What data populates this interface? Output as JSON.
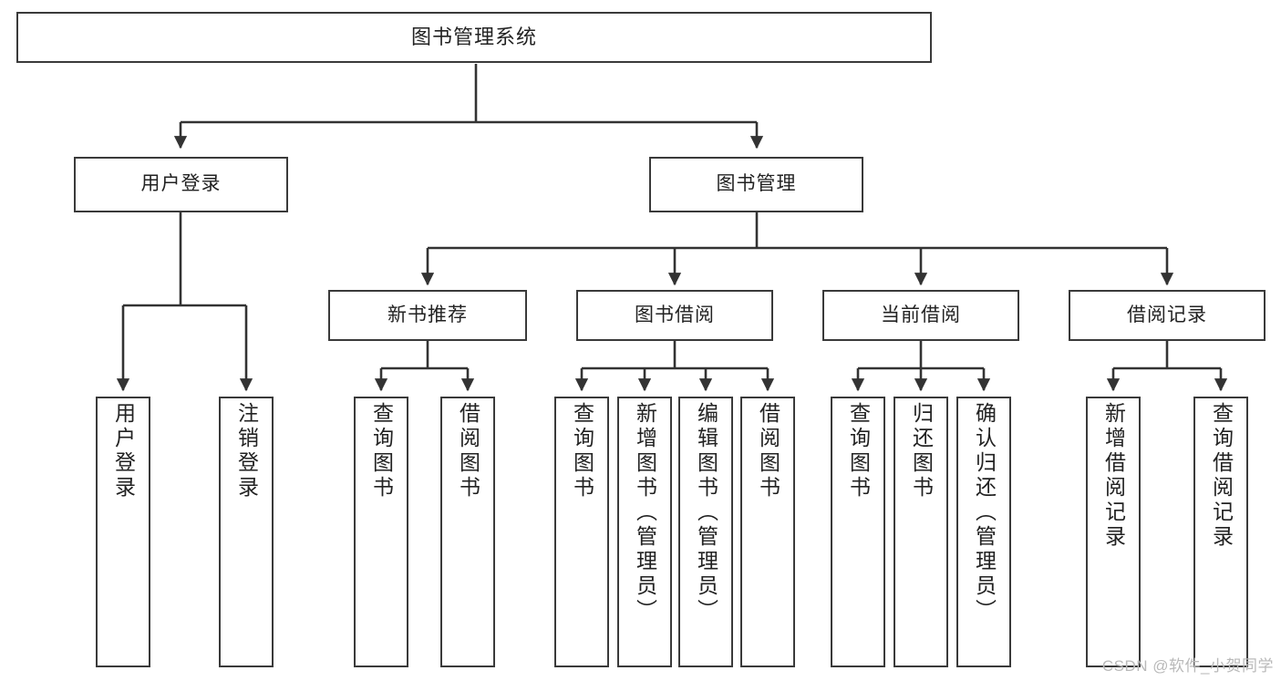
{
  "diagram": {
    "title": "图书管理系统",
    "type": "tree",
    "watermark": "CSDN @软件_小贺同学",
    "colors": {
      "box_border": "#3a3a3a",
      "box_fill": "#ffffff",
      "line": "#333333",
      "text": "#222222",
      "watermark": "#b9b9b9",
      "background": "#ffffff"
    },
    "levels": [
      {
        "level": 0,
        "nodes": [
          {
            "id": "root",
            "label": "图书管理系统",
            "orientation": "horizontal"
          }
        ]
      },
      {
        "level": 1,
        "nodes": [
          {
            "id": "login",
            "label": "用户登录",
            "orientation": "horizontal",
            "parent": "root"
          },
          {
            "id": "bookmgmt",
            "label": "图书管理",
            "orientation": "horizontal",
            "parent": "root"
          }
        ]
      },
      {
        "level": 2,
        "nodes": [
          {
            "id": "newbook",
            "label": "新书推荐",
            "orientation": "horizontal",
            "parent": "bookmgmt"
          },
          {
            "id": "borrow",
            "label": "图书借阅",
            "orientation": "horizontal",
            "parent": "bookmgmt"
          },
          {
            "id": "current",
            "label": "当前借阅",
            "orientation": "horizontal",
            "parent": "bookmgmt"
          },
          {
            "id": "records",
            "label": "借阅记录",
            "orientation": "horizontal",
            "parent": "bookmgmt"
          }
        ]
      },
      {
        "level": 3,
        "nodes": [
          {
            "id": "leaf-user-login",
            "label": "用户登录",
            "orientation": "vertical",
            "parent": "login"
          },
          {
            "id": "leaf-logout",
            "label": "注销登录",
            "orientation": "vertical",
            "parent": "login"
          },
          {
            "id": "leaf-query-book-1",
            "label": "查询图书",
            "orientation": "vertical",
            "parent": "newbook"
          },
          {
            "id": "leaf-borrow-book-1",
            "label": "借阅图书",
            "orientation": "vertical",
            "parent": "newbook"
          },
          {
            "id": "leaf-query-book-2",
            "label": "查询图书",
            "orientation": "vertical",
            "parent": "borrow"
          },
          {
            "id": "leaf-add-book",
            "label": "新增图书（管理员）",
            "orientation": "vertical",
            "parent": "borrow"
          },
          {
            "id": "leaf-edit-book",
            "label": "编辑图书（管理员）",
            "orientation": "vertical",
            "parent": "borrow"
          },
          {
            "id": "leaf-borrow-book-2",
            "label": "借阅图书",
            "orientation": "vertical",
            "parent": "borrow"
          },
          {
            "id": "leaf-query-book-3",
            "label": "查询图书",
            "orientation": "vertical",
            "parent": "current"
          },
          {
            "id": "leaf-return-book",
            "label": "归还图书",
            "orientation": "vertical",
            "parent": "current"
          },
          {
            "id": "leaf-confirm-return",
            "label": "确认归还（管理员）",
            "orientation": "vertical",
            "parent": "current"
          },
          {
            "id": "leaf-add-record",
            "label": "新增借阅记录",
            "orientation": "vertical",
            "parent": "records"
          },
          {
            "id": "leaf-query-record",
            "label": "查询借阅记录",
            "orientation": "vertical",
            "parent": "records"
          }
        ]
      }
    ]
  }
}
